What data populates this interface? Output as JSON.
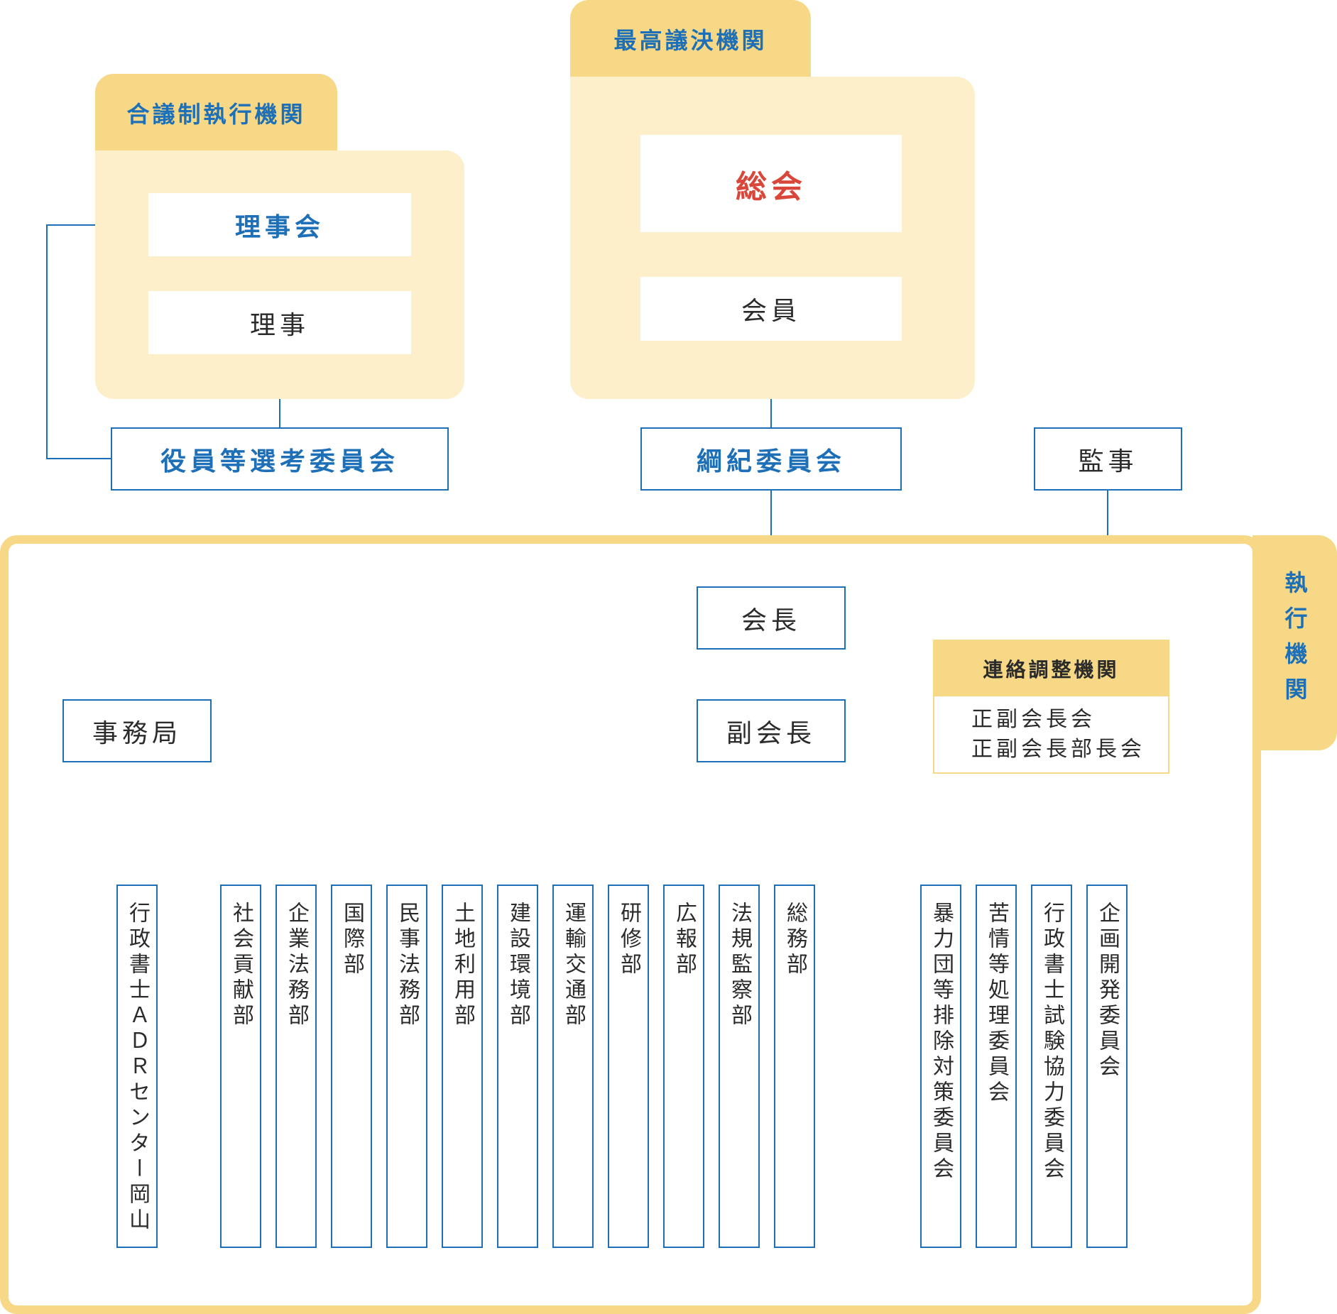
{
  "groups": {
    "council": {
      "label": "合議制執行機関"
    },
    "supreme": {
      "label": "最高議決機関"
    },
    "executive": {
      "label": "執行機関"
    }
  },
  "nodes": {
    "board": "理事会",
    "directors": "理事",
    "election_committee": "役員等選考委員会",
    "general_meeting": "総会",
    "members": "会員",
    "discipline_committee": "綱紀委員会",
    "auditor": "監事",
    "president": "会長",
    "secretariat": "事務局",
    "vice_president": "副会長"
  },
  "liaison": {
    "title": "連絡調整機関",
    "items": [
      "正副会長会",
      "正副会長部長会"
    ]
  },
  "departments": [
    "行政書士ＡＤＲセンター岡山",
    "社会貢献部",
    "企業法務部",
    "国際部",
    "民事法務部",
    "土地利用部",
    "建設環境部",
    "運輸交通部",
    "研修部",
    "広報部",
    "法規監察部",
    "総務部",
    "暴力団等排除対策委員会",
    "苦情等処理委員会",
    "行政書士試験協力委員会",
    "企画開発委員会"
  ],
  "colors": {
    "accent_blue": "#1d6fb7",
    "panel_fill": "#fcefc9",
    "tab_fill": "#f6d886",
    "highlight_red": "#d9463a"
  }
}
